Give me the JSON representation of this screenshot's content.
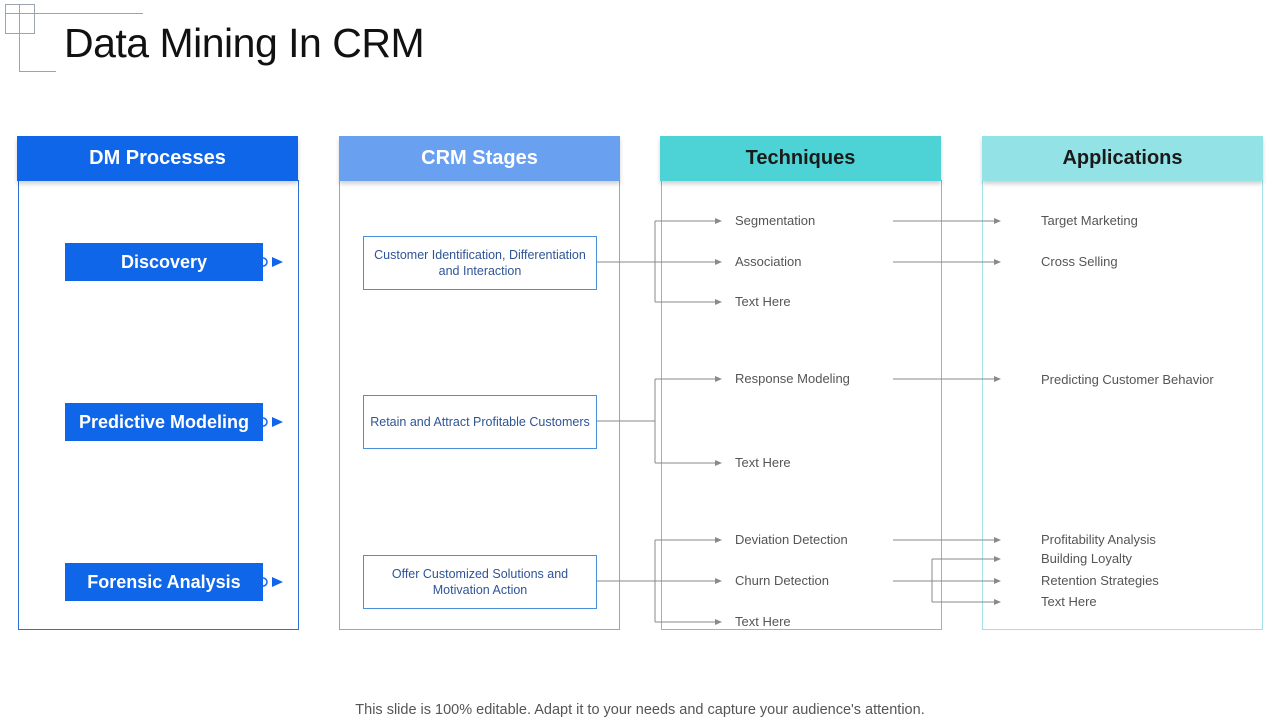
{
  "title": "Data Mining In CRM",
  "columns": {
    "dm_processes": "DM Processes",
    "crm_stages": "CRM Stages",
    "techniques": "Techniques",
    "applications": "Applications"
  },
  "dm_processes": [
    "Discovery",
    "Predictive Modeling",
    "Forensic Analysis"
  ],
  "crm_stages": [
    "Customer Identification, Differentiation and Interaction",
    "Retain and Attract Profitable Customers",
    "Offer Customized Solutions and Motivation Action"
  ],
  "techniques": [
    "Segmentation",
    "Association",
    "Text Here",
    "Response Modeling",
    "Text Here",
    "Deviation Detection",
    "Churn Detection",
    "Text Here"
  ],
  "applications": [
    "Target Marketing",
    "Cross Selling",
    "Predicting Customer Behavior",
    "Profitability Analysis",
    "Building Loyalty",
    "Retention Strategies",
    "Text Here"
  ],
  "footer": "This slide is 100% editable. Adapt it to your needs and capture your audience's attention.",
  "colors": {
    "dm_header": "#1066e8",
    "crm_header": "#6aa0f0",
    "techniques_header": "#4dd3d6",
    "applications_header": "#93e3e6"
  }
}
